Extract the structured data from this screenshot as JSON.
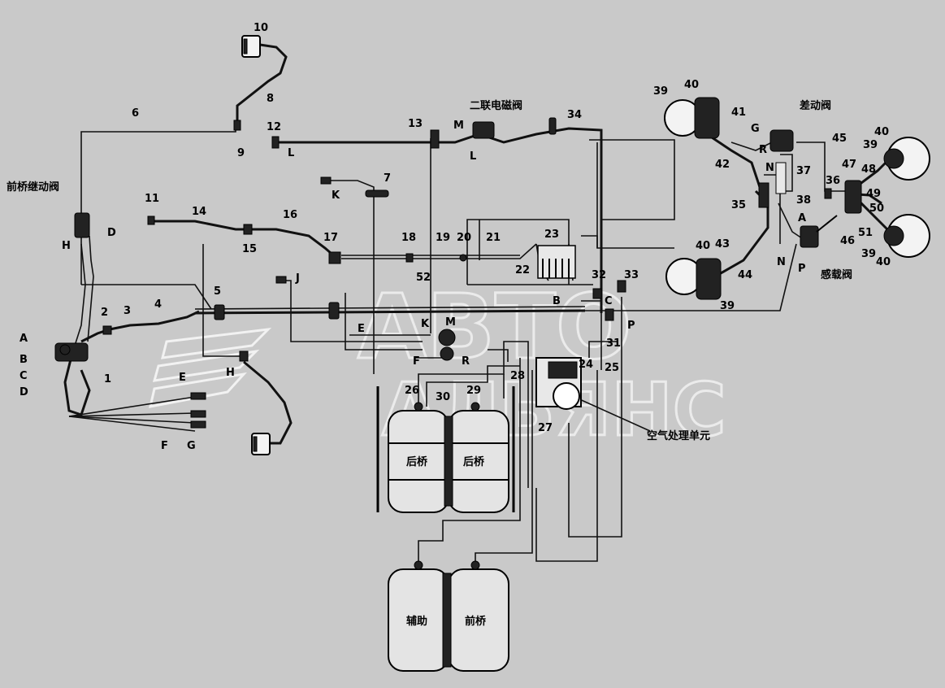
{
  "watermark": {
    "line1": "АВТО",
    "line2": "АЛЬЯНС"
  },
  "chinese_labels": {
    "front_relay_valve": "前桥继动阀",
    "dual_solenoid": "二联电磁阀",
    "differential_valve": "差动阀",
    "load_sensing_valve": "感载阀",
    "air_processing_unit": "空气处理单元",
    "rear_axle": "后桥",
    "auxiliary": "辅助",
    "front_axle": "前桥"
  },
  "part_numbers": [
    "1",
    "2",
    "3",
    "4",
    "5",
    "6",
    "7",
    "8",
    "9",
    "10",
    "11",
    "12",
    "13",
    "14",
    "15",
    "16",
    "17",
    "18",
    "19",
    "20",
    "21",
    "22",
    "23",
    "24",
    "25",
    "26",
    "27",
    "28",
    "29",
    "30",
    "31",
    "32",
    "33",
    "34",
    "35",
    "36",
    "37",
    "38",
    "39",
    "40",
    "41",
    "42",
    "43",
    "44",
    "45",
    "46",
    "47",
    "48",
    "49",
    "50",
    "51",
    "52"
  ],
  "connection_letters": [
    "A",
    "B",
    "C",
    "D",
    "E",
    "F",
    "G",
    "H",
    "J",
    "K",
    "L",
    "M",
    "N",
    "P",
    "R"
  ]
}
